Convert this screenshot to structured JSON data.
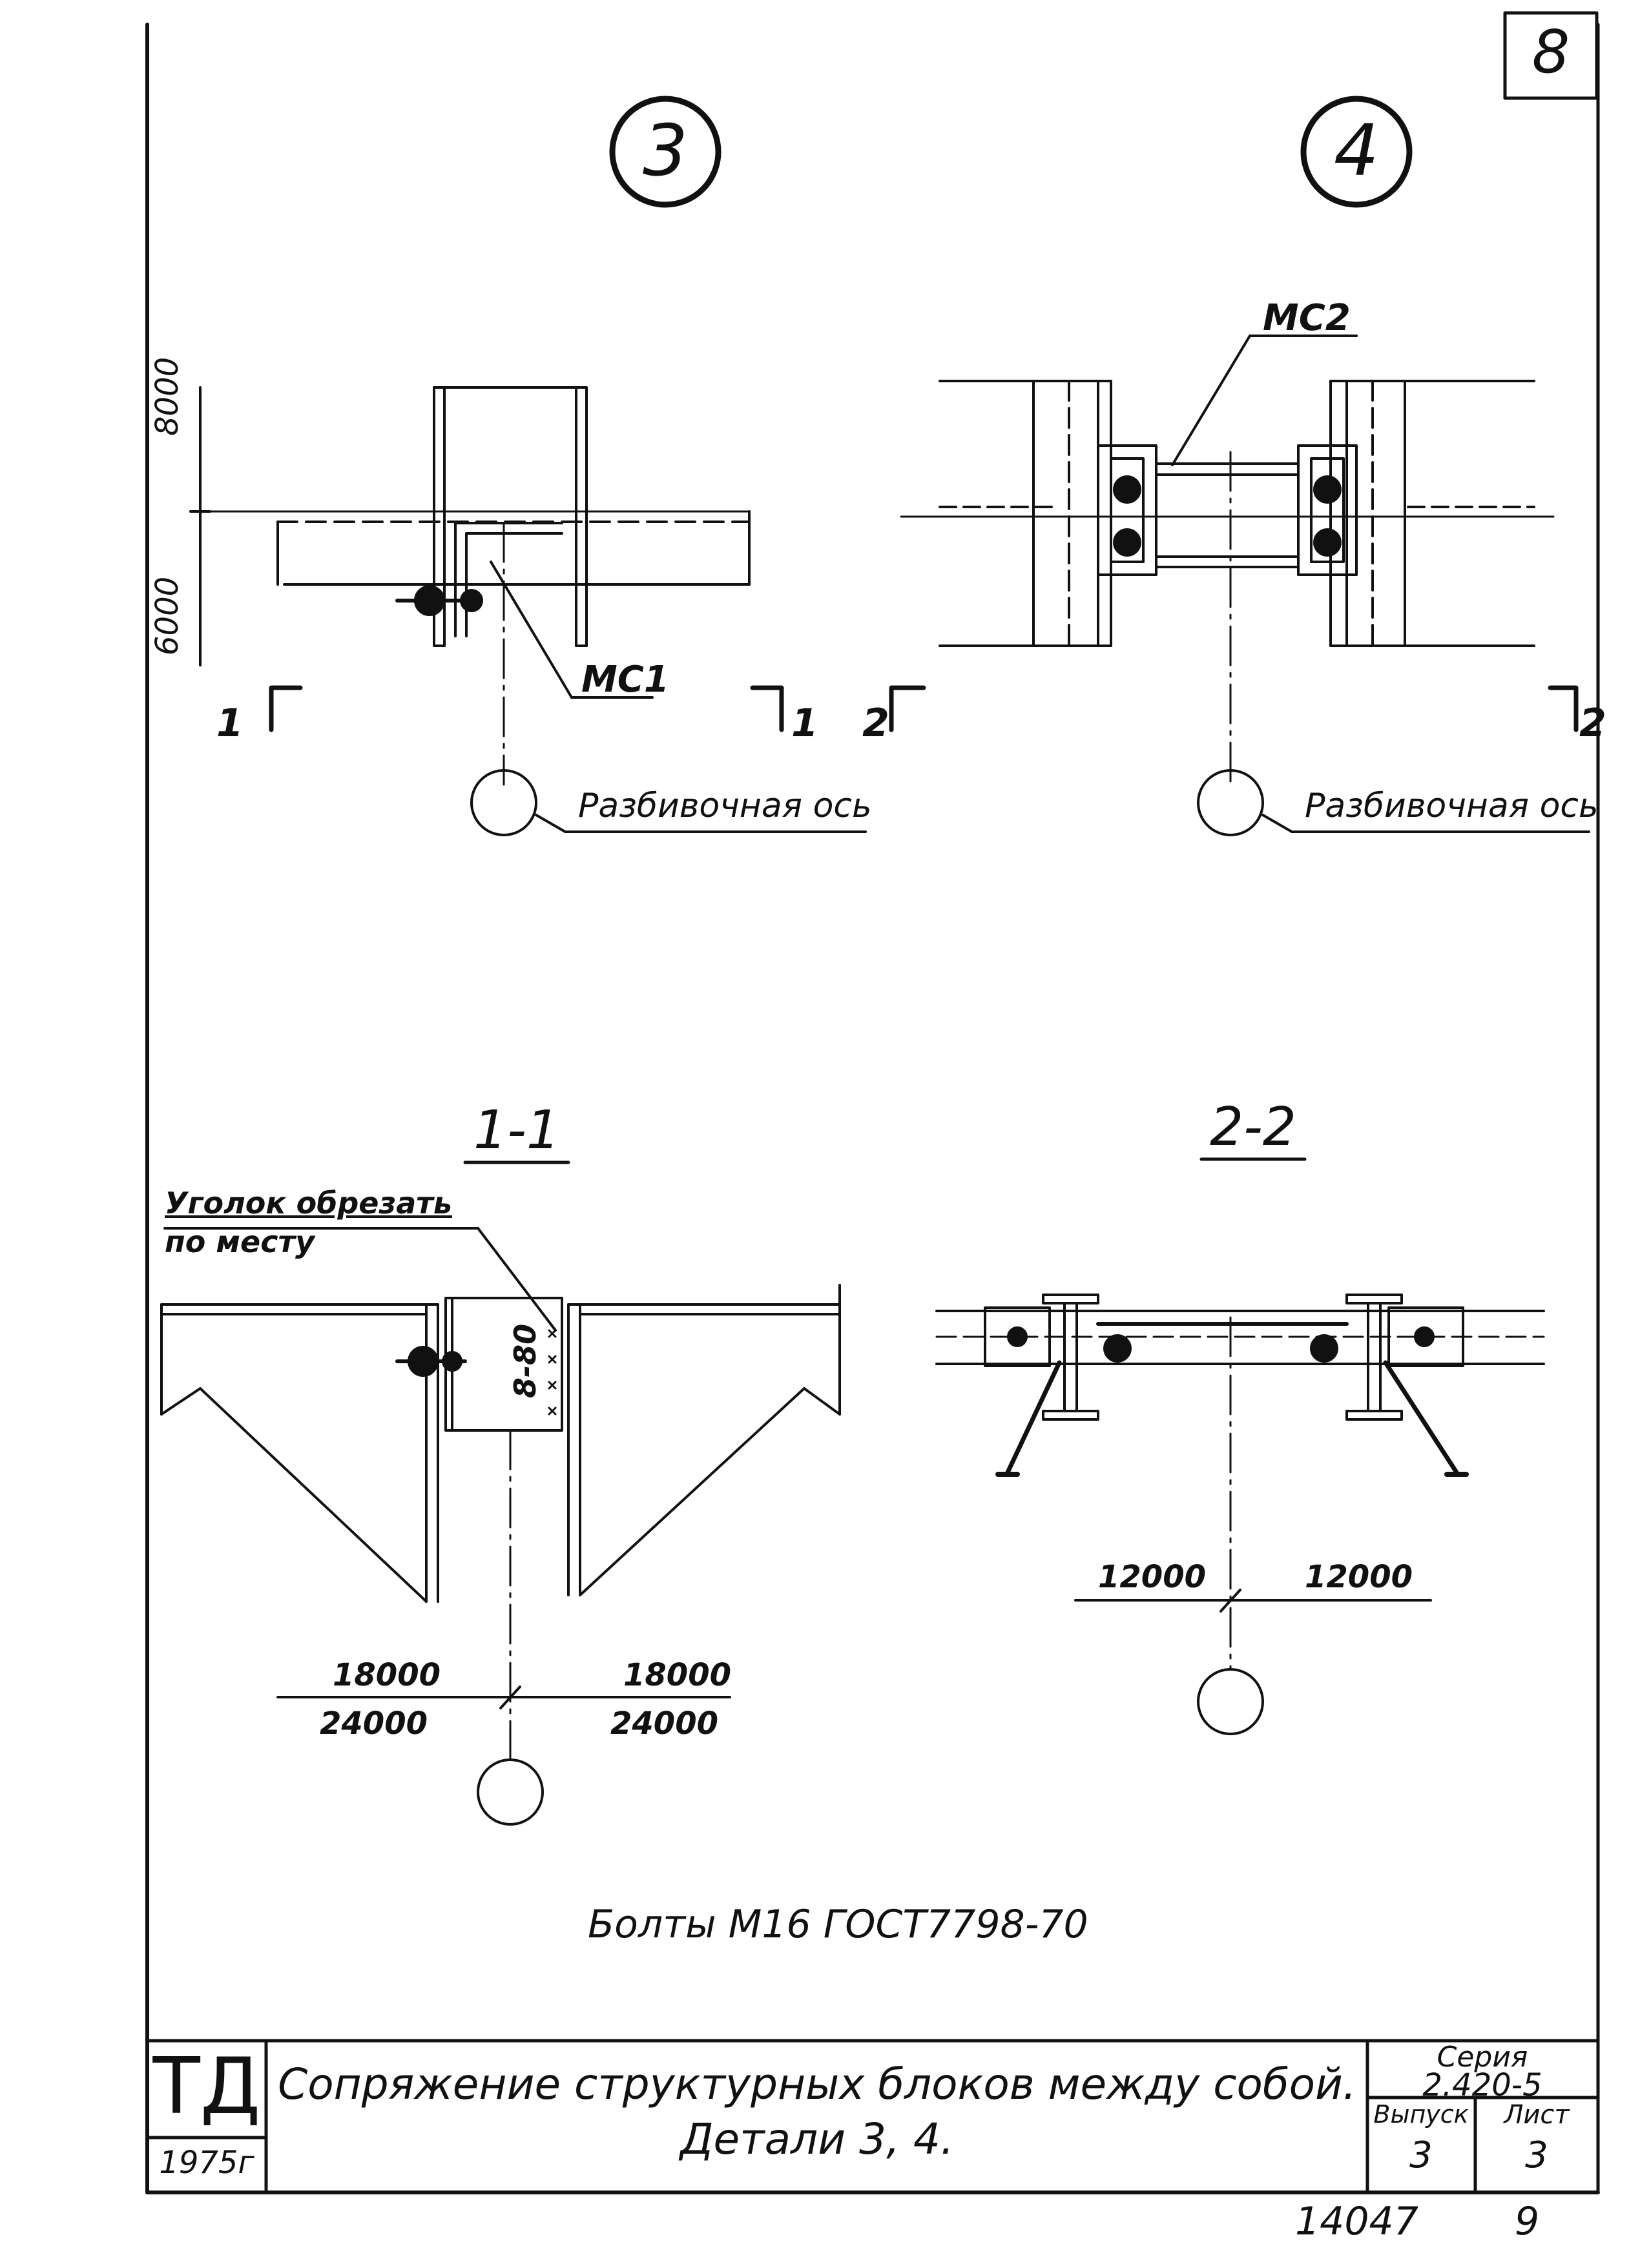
{
  "sheet_number": "8",
  "details": {
    "detail3": {
      "number": "3",
      "callout": "МС1",
      "dim_top": "8000",
      "dim_bottom": "6000",
      "section_mark": "1",
      "axis_label": "Разбивочная ось"
    },
    "detail4": {
      "number": "4",
      "callout": "МС2",
      "section_mark": "2",
      "axis_label": "Разбивочная ось"
    }
  },
  "sections": {
    "s11": {
      "title": "1-1",
      "note_line1": "Уголок обрезать",
      "note_line2": "по месту",
      "weld": "8-80",
      "dim_left_top": "18000",
      "dim_left_bottom": "24000",
      "dim_right_top": "18000",
      "dim_right_bottom": "24000"
    },
    "s22": {
      "title": "2-2",
      "dim_left": "12000",
      "dim_right": "12000"
    }
  },
  "bolts_note": "Болты М16 ГОСТ7798-70",
  "title_block": {
    "logo": "ТД",
    "year": "1975г",
    "title_line1": "Сопряжение структурных блоков между собой.",
    "title_line2": "Детали 3, 4.",
    "series_label": "Серия",
    "series_value": "2.420-5",
    "issue_label": "Выпуск",
    "issue_value": "3",
    "sheet_label": "Лист",
    "sheet_value": "3"
  },
  "footer": {
    "inventory_number": "14047",
    "page": "9"
  }
}
